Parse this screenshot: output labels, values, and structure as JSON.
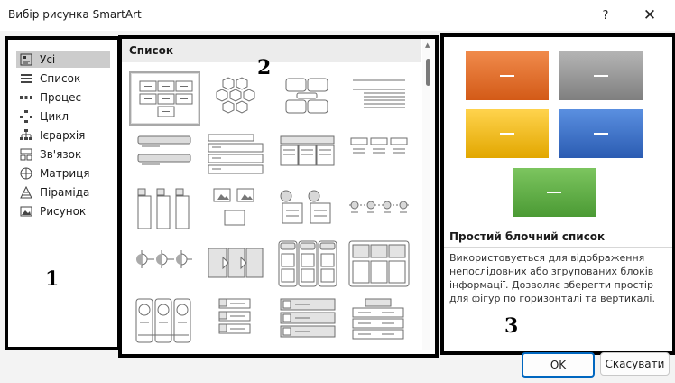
{
  "window": {
    "title": "Вибір рисунка SmartArt",
    "help_label": "?",
    "close_label": "✕"
  },
  "categories": [
    {
      "label": "Усі",
      "icon": "all-icon",
      "selected": true
    },
    {
      "label": "Список",
      "icon": "list-icon"
    },
    {
      "label": "Процес",
      "icon": "process-icon"
    },
    {
      "label": "Цикл",
      "icon": "cycle-icon"
    },
    {
      "label": "Ієрархія",
      "icon": "hierarchy-icon"
    },
    {
      "label": "Зв'язок",
      "icon": "relationship-icon"
    },
    {
      "label": "Матриця",
      "icon": "matrix-icon"
    },
    {
      "label": "Піраміда",
      "icon": "pyramid-icon"
    },
    {
      "label": "Рисунок",
      "icon": "picture-icon"
    }
  ],
  "gallery": {
    "header": "Список"
  },
  "preview": {
    "title": "Простий блочний список",
    "description": "Використовується для відображення непослідовних або згрупованих блоків інформації. Дозволяє зберегти простір для фігур по горизонталі та вертикалі."
  },
  "annotations": {
    "one": "1",
    "two": "2",
    "three": "3"
  },
  "buttons": {
    "ok": "OK",
    "cancel": "Скасувати"
  }
}
